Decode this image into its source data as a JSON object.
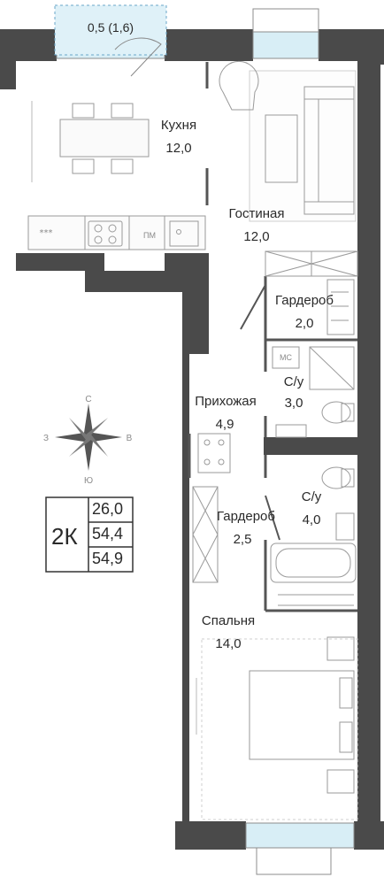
{
  "balcony": {
    "area": "0,5 (1,6)"
  },
  "rooms": [
    {
      "name": "Кухня",
      "area": "12,0"
    },
    {
      "name": "Гостиная",
      "area": "12,0"
    },
    {
      "name": "Гардероб",
      "area": "2,0"
    },
    {
      "name": "С/у",
      "area": "3,0"
    },
    {
      "name": "Прихожая",
      "area": "4,9"
    },
    {
      "name": "С/у",
      "area": "4,0"
    },
    {
      "name": "Гардероб",
      "area": "2,5"
    },
    {
      "name": "Спальня",
      "area": "14,0"
    }
  ],
  "appliance_labels": {
    "dishwasher": "ПМ",
    "washing_machine": "МС"
  },
  "compass": {
    "north": "С",
    "south": "Ю",
    "west": "З",
    "east": "В"
  },
  "summary": {
    "type": "2К",
    "living_area": "26,0",
    "total_area": "54,4",
    "total_with_balcony": "54,9"
  },
  "colors": {
    "wall": "#4a4a4a",
    "window": "#d8eef6",
    "line": "#8c8c8c"
  }
}
